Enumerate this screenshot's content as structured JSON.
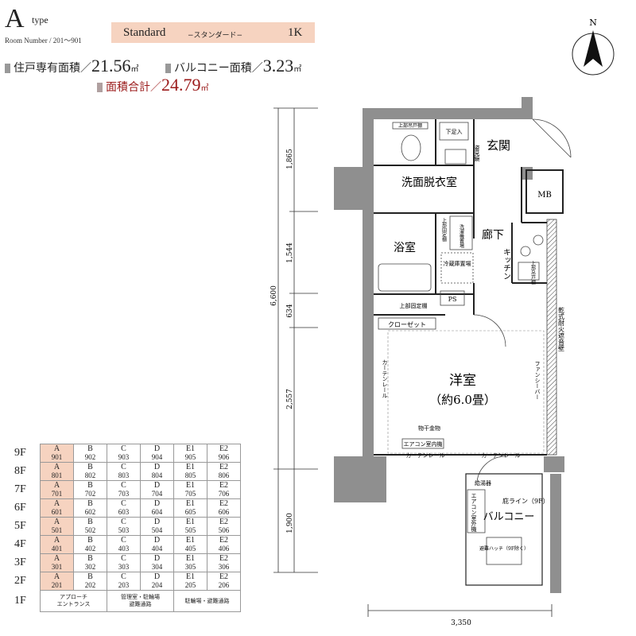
{
  "header": {
    "type_letter": "A",
    "type_word": "type",
    "room_number": "Room Number / 201〜901",
    "standard_name": "Standard",
    "standard_kana": "−スタンダード−",
    "layout_type": "1K"
  },
  "areas": {
    "exclusive_label": "住戸専有面積／",
    "exclusive_value": "21.56",
    "balcony_label": "バルコニー面積／",
    "balcony_value": "3.23",
    "total_label": "面積合計／",
    "total_value": "24.79",
    "unit": "㎡"
  },
  "compass": {
    "label": "N"
  },
  "dimensions": {
    "d1": "1,865",
    "d2": "1,544",
    "d3": "634",
    "d4": "2,557",
    "d5": "1,900",
    "total_height": "6,600",
    "width": "3,350"
  },
  "rooms": {
    "entrance": "玄関",
    "shoe_box": "下足入",
    "mirror": "姿見鏡",
    "upper_shelf_toilet": "上部吊戸棚",
    "washroom": "洗面脱衣室",
    "mb": "MB",
    "corridor": "廊下",
    "washer_area": "洗濯機置場",
    "upper_shelf_side": "上部固定棚",
    "bathroom": "浴室",
    "fridge": "冷蔵庫置場",
    "kitchen": "キッチン",
    "upper_cabinet": "上部吊戸棚",
    "ps": "PS",
    "upper_fixed_shelf": "上部固定棚",
    "closet": "クローゼット",
    "western_room": "洋室",
    "western_room_size": "（約6.0畳）",
    "curtain_rail_left": "カーテンレール",
    "fancy_board": "ファンシーバー",
    "drying_hardware": "物干金物",
    "aircon_sleeve": "エアコン室内機",
    "curtain_rail_1": "カーテンレール",
    "curtain_rail_2": "カーテンレール",
    "fire_wall": "乾式耐火遮音壁",
    "water_heater": "給湯器",
    "aircon_outdoor": "エアコン室外機",
    "eave_line": "庇ライン（9F）",
    "balcony": "バルコニー",
    "escape_hatch": "避難ハッチ（9F除く）"
  },
  "floor_table": {
    "rows": [
      {
        "floor": "9F",
        "units": [
          [
            "A",
            "901"
          ],
          [
            "B",
            "902"
          ],
          [
            "C",
            "903"
          ],
          [
            "D",
            "904"
          ],
          [
            "E1",
            "905"
          ],
          [
            "E2",
            "906"
          ]
        ]
      },
      {
        "floor": "8F",
        "units": [
          [
            "A",
            "801"
          ],
          [
            "B",
            "802"
          ],
          [
            "C",
            "803"
          ],
          [
            "D",
            "804"
          ],
          [
            "E1",
            "805"
          ],
          [
            "E2",
            "806"
          ]
        ]
      },
      {
        "floor": "7F",
        "units": [
          [
            "A",
            "701"
          ],
          [
            "B",
            "702"
          ],
          [
            "C",
            "703"
          ],
          [
            "D",
            "704"
          ],
          [
            "E1",
            "705"
          ],
          [
            "E2",
            "706"
          ]
        ]
      },
      {
        "floor": "6F",
        "units": [
          [
            "A",
            "601"
          ],
          [
            "B",
            "602"
          ],
          [
            "C",
            "603"
          ],
          [
            "D",
            "604"
          ],
          [
            "E1",
            "605"
          ],
          [
            "E2",
            "606"
          ]
        ]
      },
      {
        "floor": "5F",
        "units": [
          [
            "A",
            "501"
          ],
          [
            "B",
            "502"
          ],
          [
            "C",
            "503"
          ],
          [
            "D",
            "504"
          ],
          [
            "E1",
            "505"
          ],
          [
            "E2",
            "506"
          ]
        ]
      },
      {
        "floor": "4F",
        "units": [
          [
            "A",
            "401"
          ],
          [
            "B",
            "402"
          ],
          [
            "C",
            "403"
          ],
          [
            "D",
            "404"
          ],
          [
            "E1",
            "405"
          ],
          [
            "E2",
            "406"
          ]
        ]
      },
      {
        "floor": "3F",
        "units": [
          [
            "A",
            "301"
          ],
          [
            "B",
            "302"
          ],
          [
            "C",
            "303"
          ],
          [
            "D",
            "304"
          ],
          [
            "E1",
            "305"
          ],
          [
            "E2",
            "306"
          ]
        ]
      },
      {
        "floor": "2F",
        "units": [
          [
            "A",
            "201"
          ],
          [
            "B",
            "202"
          ],
          [
            "C",
            "203"
          ],
          [
            "D",
            "204"
          ],
          [
            "E1",
            "205"
          ],
          [
            "E2",
            "206"
          ]
        ]
      }
    ],
    "first_floor": {
      "floor": "1F",
      "cells": [
        {
          "lines": [
            "アプローチ",
            "エントランス"
          ],
          "span": 2
        },
        {
          "lines": [
            "管理室・駐輪場",
            "避難通路"
          ],
          "span": 2
        },
        {
          "lines": [
            "駐輪場・避難通路"
          ],
          "span": 2
        }
      ]
    },
    "highlight_color": "#f6d3c0"
  }
}
